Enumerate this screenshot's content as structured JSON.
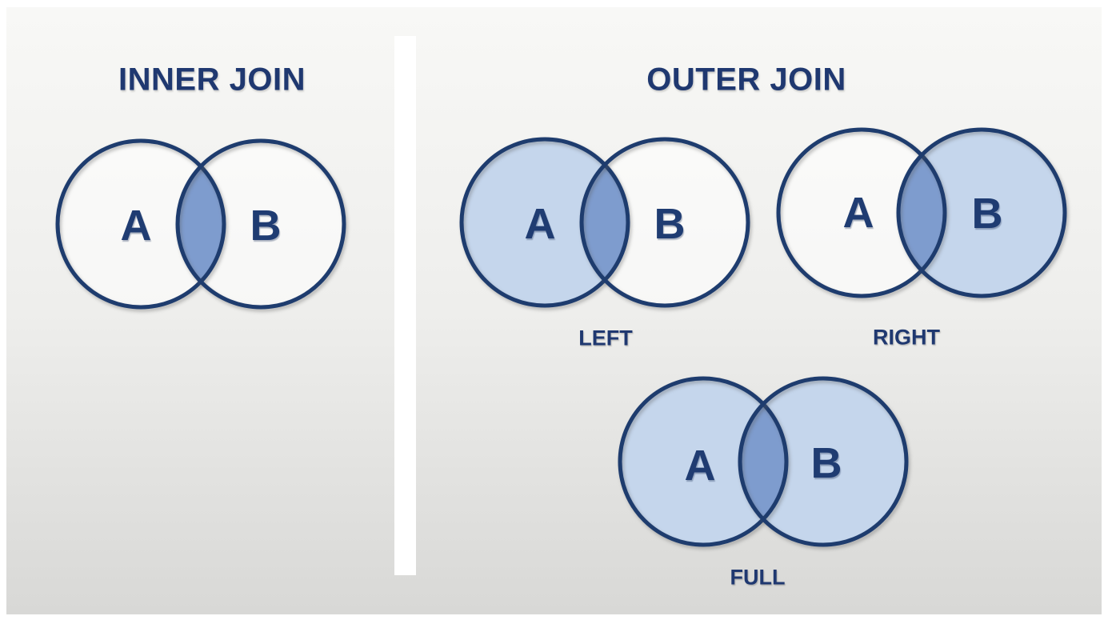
{
  "colors": {
    "title": "#1f3870",
    "join_label": "#1f3870",
    "letter": "#1f3c72",
    "circle_stroke": "#1e3c6e",
    "fill_light": "#c5d6ec",
    "fill_intersection": "#7e9cce",
    "fill_empty": "rgba(255,255,255,0.55)"
  },
  "sections": {
    "inner": {
      "title": "INNER JOIN",
      "diagram": {
        "set_a": "A",
        "set_b": "B",
        "shaded_regions": "intersection"
      }
    },
    "outer": {
      "title": "OUTER JOIN",
      "diagrams": {
        "left": {
          "label": "LEFT",
          "set_a": "A",
          "set_b": "B",
          "shaded_regions": "A and intersection"
        },
        "right": {
          "label": "RIGHT",
          "set_a": "A",
          "set_b": "B",
          "shaded_regions": "B and intersection"
        },
        "full": {
          "label": "FULL",
          "set_a": "A",
          "set_b": "B",
          "shaded_regions": "A, B and intersection"
        }
      }
    }
  }
}
